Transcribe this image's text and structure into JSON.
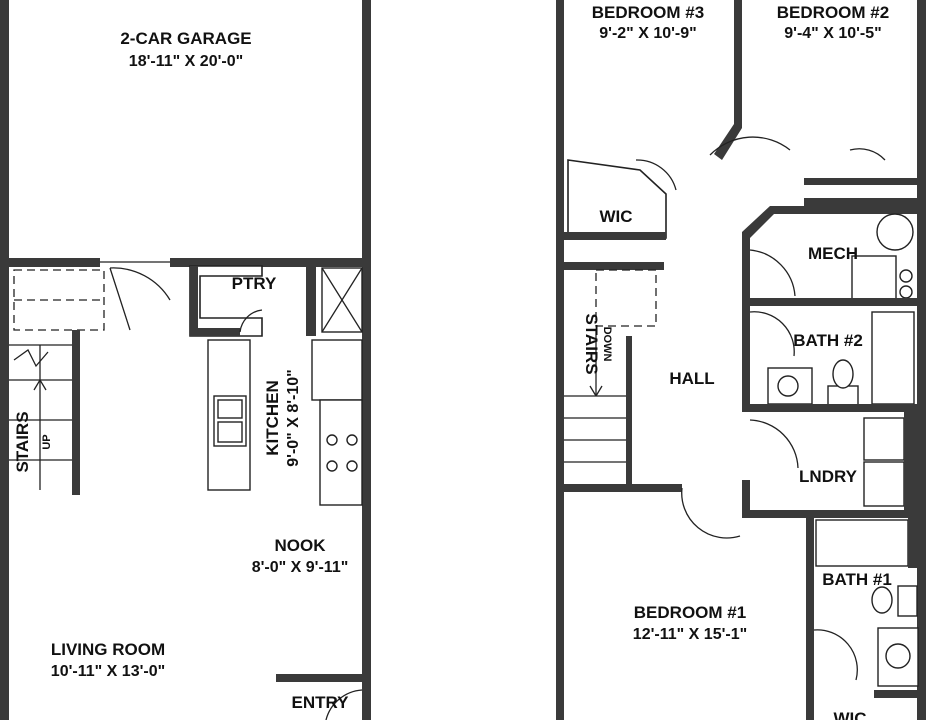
{
  "first_floor": {
    "garage": {
      "name": "2-CAR GARAGE",
      "dims": "18'-11\" X 20'-0\""
    },
    "pantry": {
      "name": "PTRY"
    },
    "kitchen": {
      "name": "KITCHEN",
      "dims": "9'-0\" X 8'-10\""
    },
    "stairs": {
      "name": "STAIRS",
      "direction": "UP"
    },
    "nook": {
      "name": "NOOK",
      "dims": "8'-0\" X 9'-11\""
    },
    "living_room": {
      "name": "LIVING ROOM",
      "dims": "10'-11\" X 13'-0\""
    },
    "entry": {
      "name": "ENTRY"
    }
  },
  "second_floor": {
    "bedroom3": {
      "name": "BEDROOM #3",
      "dims": "9'-2\" X 10'-9\""
    },
    "bedroom2": {
      "name": "BEDROOM #2",
      "dims": "9'-4\" X 10'-5\""
    },
    "wic_upper": {
      "name": "WIC"
    },
    "mech": {
      "name": "MECH"
    },
    "stairs": {
      "name": "STAIRS",
      "direction": "DOWN"
    },
    "hall": {
      "name": "HALL"
    },
    "bath2": {
      "name": "BATH #2"
    },
    "laundry": {
      "name": "LNDRY"
    },
    "bedroom1": {
      "name": "BEDROOM #1",
      "dims": "12'-11\" X 15'-1\""
    },
    "bath1": {
      "name": "BATH #1"
    },
    "wic_lower": {
      "name": "WIC"
    }
  }
}
